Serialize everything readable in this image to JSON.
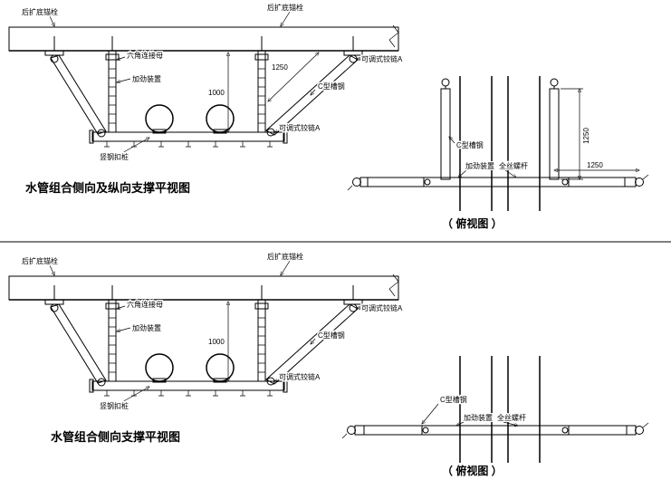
{
  "colors": {
    "ink": "#000000",
    "background": "#ffffff"
  },
  "top": {
    "elevation": {
      "anchor_left": "后扩底锚栓",
      "anchor_right": "后扩底锚栓",
      "hex_nut": "六角连接母",
      "stiffener": "加劲装置",
      "hinge_top": "可调式铰链A",
      "dim_1250": "1250",
      "dim_1000": "1000",
      "c_channel": "C型槽钢",
      "hinge_bottom": "可调式铰链A",
      "pipe_clamp": "竖钢扣桩",
      "title": "水管组合侧向及纵向支撑平视图"
    },
    "plan": {
      "c_channel": "C型槽钢",
      "stiffener": "加劲装置",
      "threaded_rod": "全丝螺杆",
      "dim_vertical": "1250",
      "dim_horizontal": "1250",
      "caption": "（ 俯视图 ）"
    }
  },
  "bottom": {
    "elevation": {
      "anchor_left": "后扩底锚栓",
      "anchor_right": "后扩底锚栓",
      "hex_nut": "六角连接母",
      "stiffener": "加劲装置",
      "hinge_top": "可调式铰链A",
      "dim_1000": "1000",
      "c_channel": "C型槽钢",
      "hinge_bottom": "可调式铰链A",
      "pipe_clamp": "竖钢扣桩",
      "title": "水管组合侧向支撑平视图"
    },
    "plan": {
      "c_channel": "C型槽钢",
      "stiffener": "加劲装置",
      "threaded_rod": "全丝螺杆",
      "caption": "（ 俯视图 ）"
    }
  }
}
